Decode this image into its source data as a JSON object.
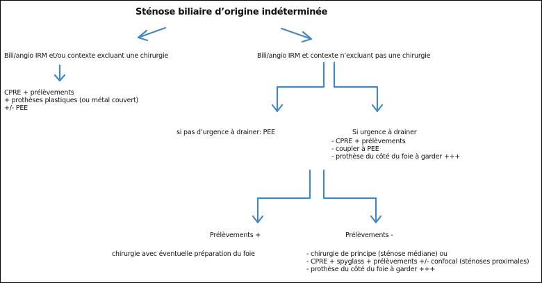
{
  "title": "Sténose biliaire d’origine indéterminée",
  "branch_left": {
    "label": "Bili/angio IRM et/ou contexte excluant une chirurgie",
    "outcome_lines": [
      "CPRE + prélèvements",
      "+ prothèses plastiques (ou métal couvert)",
      "+/- PEE"
    ]
  },
  "branch_right": {
    "label": "Bili/angio IRM et contexte n’excluant pas une chirurgie",
    "no_urgency": "si pas d’urgence à drainer: PEE",
    "urgency": {
      "label": "Si urgence à drainer",
      "lines": [
        "- CPRE + prélèvements",
        "- coupler à PEE",
        "- prothèse du côté du foie à garder +++"
      ]
    }
  },
  "results": {
    "positive": {
      "label": "Prélèvements +",
      "line": "chirurgie avec éventuelle préparation du foie"
    },
    "negative": {
      "label": "Prélèvements -",
      "lines": [
        "- chirurgie de principe (sténose médiane) ou",
        "- CPRE + spyglass + prélèvements +/- confocal (sténoses proximales)",
        "- prothèse du côté du foie à garder +++"
      ]
    }
  },
  "colors": {
    "arrow": "#3f87c6",
    "text": "#111111",
    "border": "#000000"
  }
}
